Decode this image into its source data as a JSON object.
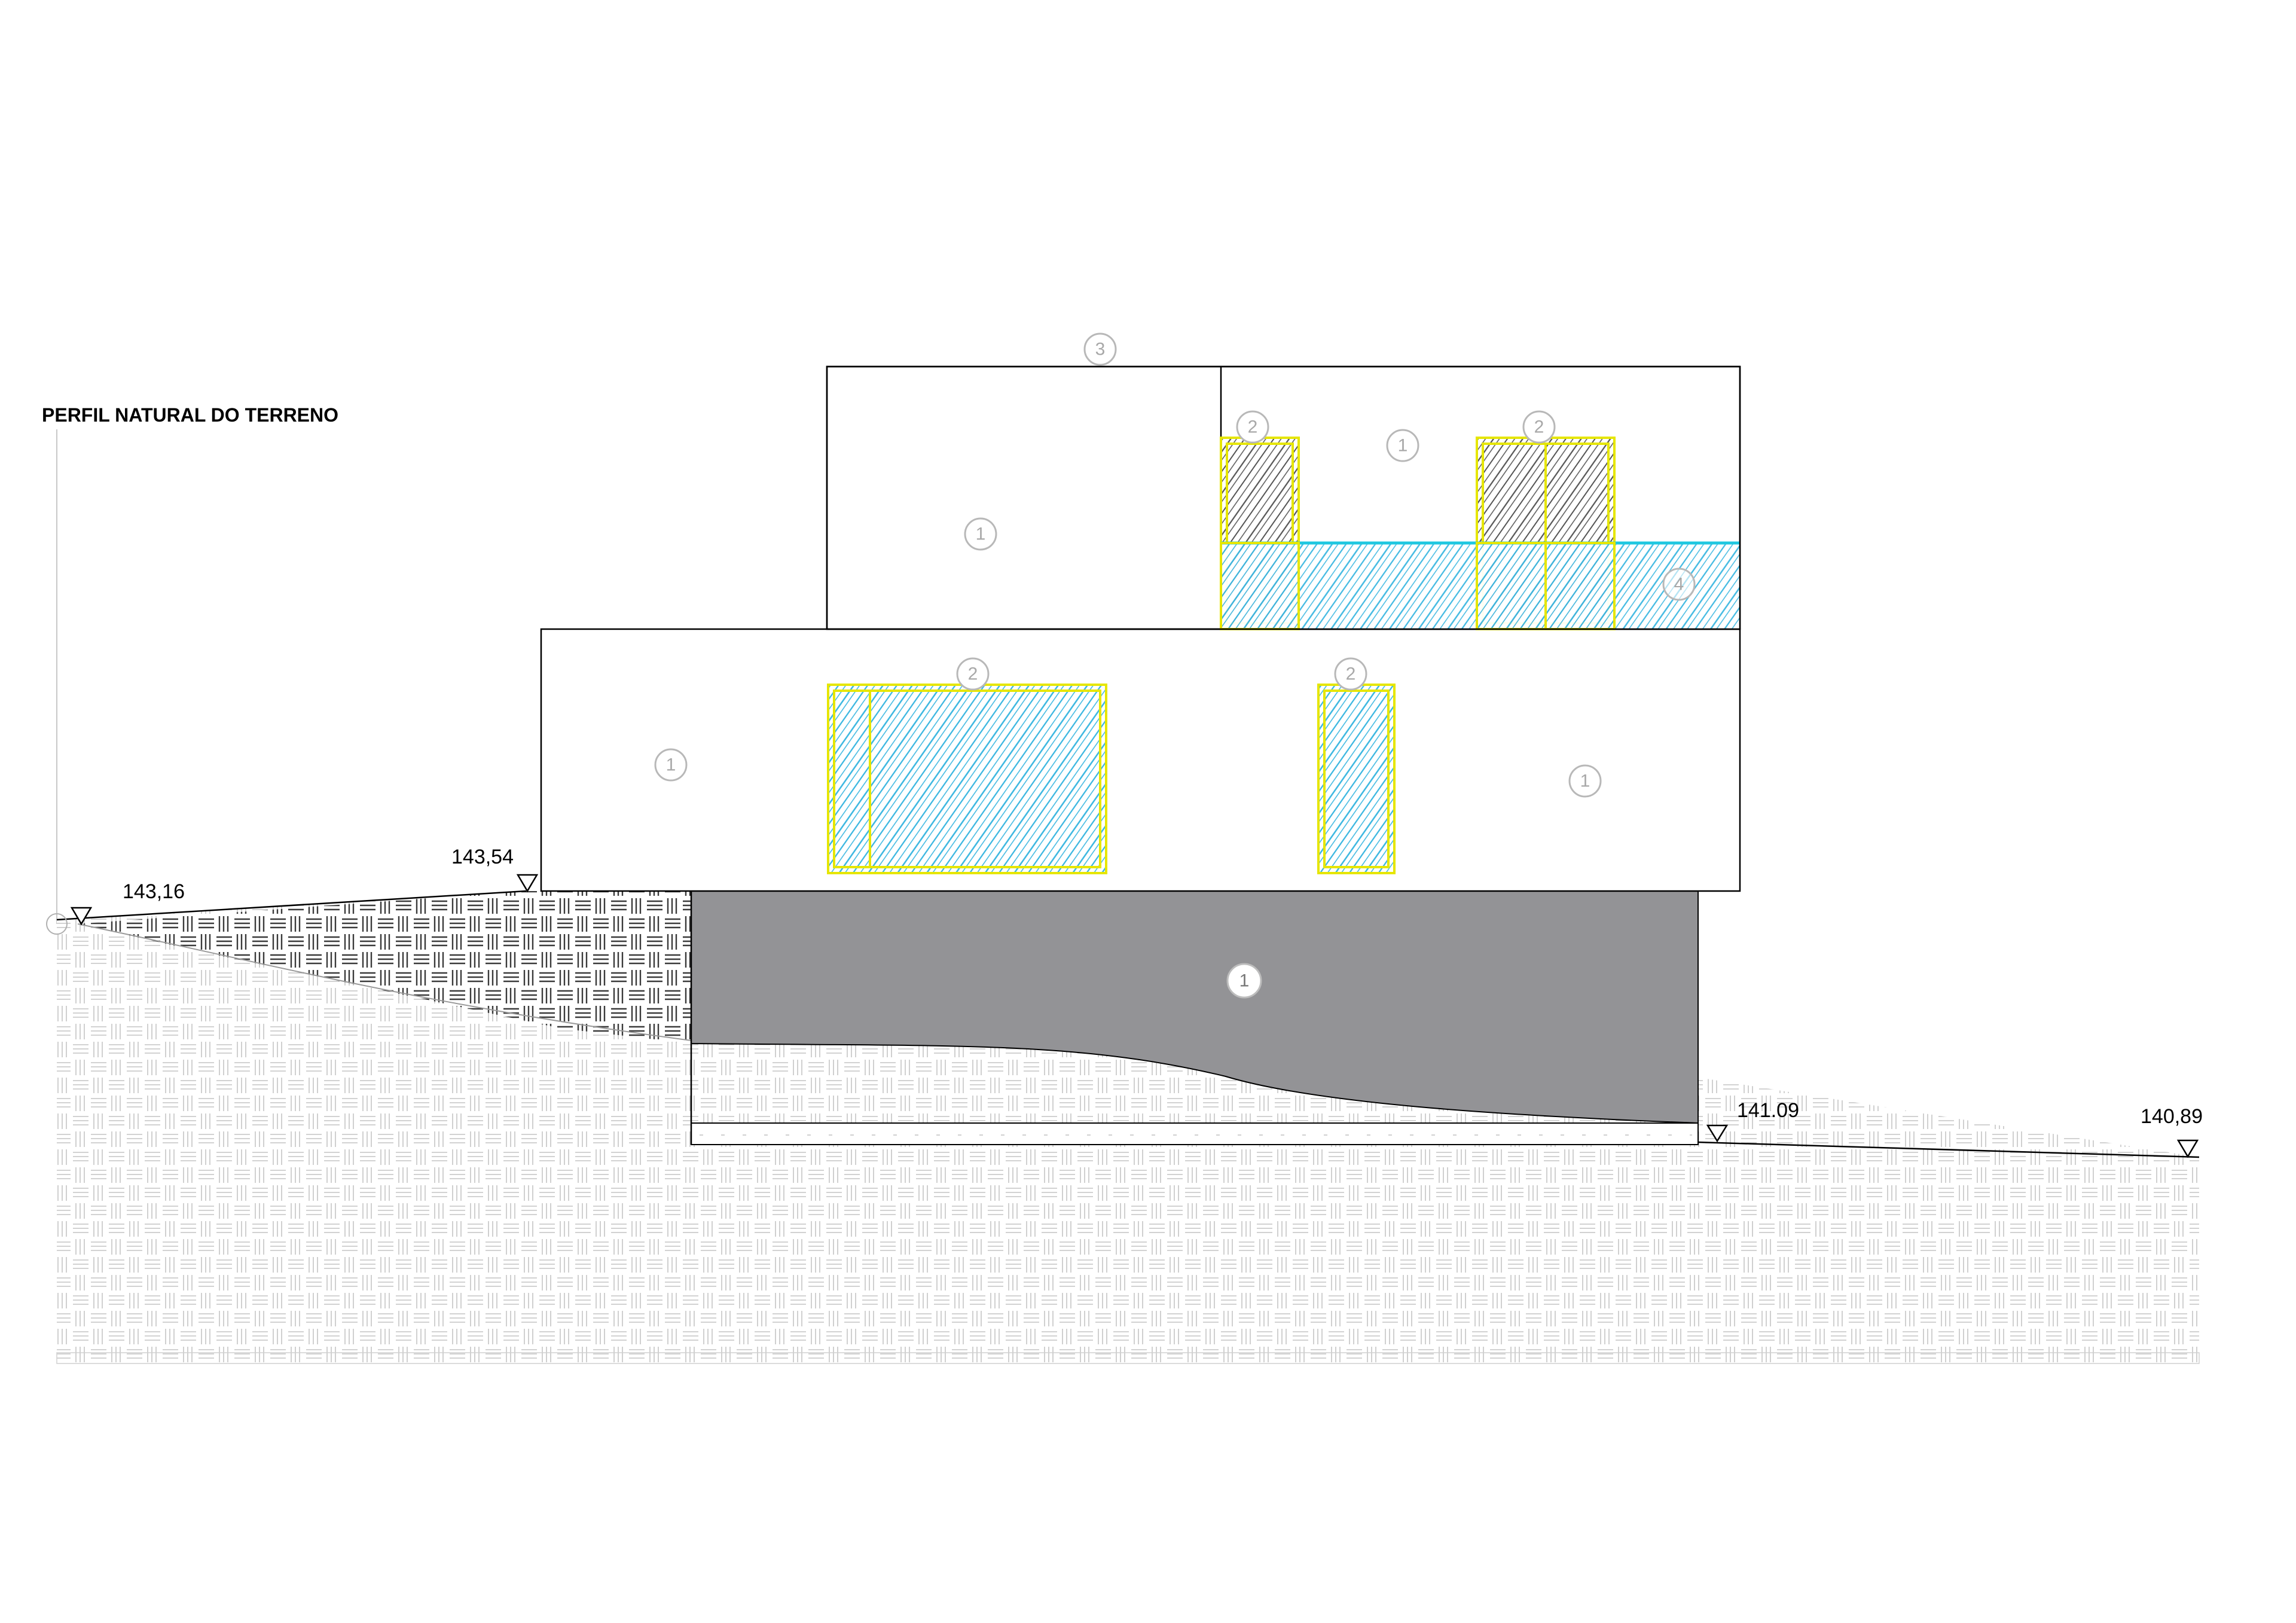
{
  "title": "PERFIL NATURAL DO TERRENO",
  "elevations": {
    "e1": "143,16",
    "e2": "143,54",
    "e3": "141.09",
    "e4": "140,89"
  },
  "tags": {
    "t3_top": "3",
    "t1_upper_left": "1",
    "t2_upper_win_a": "2",
    "t1_upper_right": "1",
    "t2_upper_win_b": "2",
    "t4_balcony": "4",
    "t2_lower_win_a": "2",
    "t2_lower_win_b": "2",
    "t1_lower_left": "1",
    "t1_lower_right": "1",
    "t1_basement": "1"
  },
  "colors": {
    "glass": "#38b6e0",
    "frame": "#e6e600",
    "wall_edge": "#000000",
    "basement": "#939396",
    "soil": "#bdbdbd",
    "fill_dark": "#5a5a5a",
    "balcony_line": "#1fc8e0"
  }
}
